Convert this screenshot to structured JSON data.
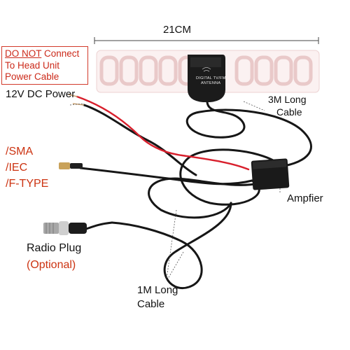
{
  "dimension_label": "21CM",
  "warning": {
    "emphasis": "DO NOT",
    "line1_rest": " Connect",
    "line2": "To Head Unit",
    "line3": "Power Cable"
  },
  "labels": {
    "power": "12V DC Power",
    "cable_3m_line1": "3M Long",
    "cable_3m_line2": "Cable",
    "connector_1": "/SMA",
    "connector_2": "/IEC",
    "connector_3": "/F-TYPE",
    "amplifier": "Ampfier",
    "radio_plug": "Radio Plug",
    "radio_optional": "(Optional)",
    "cable_1m_line1": "1M Long",
    "cable_1m_line2": "Cable"
  },
  "antenna_text": {
    "line1": "DIGITAL TV/FM",
    "line2": "ANTENNA"
  },
  "colors": {
    "cable_black": "#161616",
    "cable_red": "#d81f2c",
    "warning_red": "#cc2a1a",
    "antenna_film": "#f2dcdc"
  }
}
